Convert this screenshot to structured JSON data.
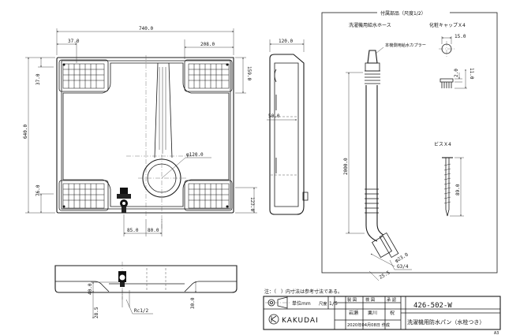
{
  "plan": {
    "width_total": "740.0",
    "width_left": "37.0",
    "width_right": "208.0",
    "height_total": "640.0",
    "height_top": "37.0",
    "height_right_top": "159.0",
    "height_bottom_left": "76.0",
    "height_bottom_right": "123.0",
    "drain_dia": "φ120.0",
    "valve_x1": "85.0",
    "valve_x2": "80.0"
  },
  "side": {
    "depth": "120.0",
    "inner": "50.0"
  },
  "front": {
    "h1": "40.0",
    "h2": "28.5",
    "h3": "30.0",
    "thread": "Rc1/2"
  },
  "parts": {
    "title": "付属部品（尺度1/2）",
    "hose_title": "洗濯機用給水ホース",
    "coupler_note": "本機側用給水カプラー",
    "hose_length": "2000.0",
    "hose_dia": "φ23.0",
    "hose_thread": "G3/4",
    "hose_small": "25.5",
    "cap_title": "化粧キャップＸ4",
    "cap_dia": "15.0",
    "cap_h1": "2.0",
    "cap_h2": "11.0",
    "screw_title": "ビスＸ4",
    "screw_length": "89.0"
  },
  "note": "注：（　）内寸法は参考寸法である。",
  "title_block": {
    "unit_label": "単位mm",
    "scale_label": "尺度",
    "scale_value": "1/5",
    "col_design": "製 図",
    "col_check": "検 図",
    "col_approve": "承 認",
    "name_design": "岩瀬",
    "name_check": "栗川",
    "name_approve": "祝",
    "date": "2020年04月08日 作成",
    "company": "KAKUDAI",
    "part_number": "426-502-W",
    "product_name": "洗濯機用防水パン（水栓つき）",
    "sheet": "A3"
  }
}
